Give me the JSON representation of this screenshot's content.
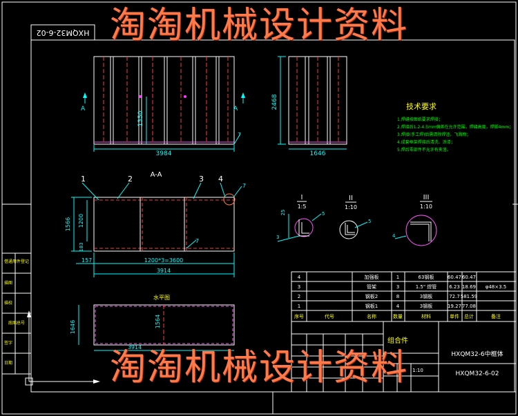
{
  "watermark": "淘淘机械设计资料",
  "drawing_number_rotated": "HXQM32-6-02",
  "views": {
    "front": {
      "width_dim": "3984",
      "height_dim": "1350",
      "section_mark": "A"
    },
    "side": {
      "height_dim": "2468",
      "width_dim": "1646"
    },
    "section": {
      "title": "A-A",
      "balloons": [
        "1",
        "2",
        "3",
        "4"
      ],
      "height_dim": "1566",
      "inner_height_dim": "1200",
      "bottom_offset_dim": "183",
      "left_offset_dim": "157",
      "pitch_dim": "1200*3=3600",
      "overall_dim": "3914",
      "weld_mark": "7"
    },
    "bottom": {
      "label": "水平图",
      "height_dim": "1646",
      "inner_dim": "1564",
      "width_dim": "3914"
    }
  },
  "details": [
    {
      "label": "I",
      "scale": "1:5",
      "weld": "5",
      "side": "25",
      "weld2": "3"
    },
    {
      "label": "II",
      "scale": "1:10",
      "weld": "5"
    },
    {
      "label": "III",
      "scale": "1:10",
      "weld": "4"
    }
  ],
  "tech": {
    "title": "技术要求",
    "items": [
      "1.焊缝按图纸要求焊接；",
      "2.焊接后1.2-4.5mm偏差在允许范围，焊缝高度，焊脚4mm；",
      "3.焊接(手工焊)后需清除焊渣、飞溅物；",
      "4.成套框架焊接后清洗、涂漆；",
      "5.焊后零部件不允许有夹渣。"
    ]
  },
  "bom": {
    "rows": [
      {
        "no": "4",
        "name": "加强板",
        "qty": "1",
        "material": "63钢板",
        "unit": "60.47",
        "total": "60.47",
        "note": ""
      },
      {
        "no": "3",
        "name": "管架",
        "qty": "3",
        "material": "1.5\" 焊管",
        "unit": "6.23",
        "total": "18.69",
        "note": "φ48×3.5"
      },
      {
        "no": "2",
        "name": "钢板2",
        "qty": "8",
        "material": "3钢板",
        "unit": "72.7",
        "total": "581.59",
        "note": ""
      },
      {
        "no": "1",
        "name": "钢板1",
        "qty": "4",
        "material": "3钢板",
        "unit": "19.27",
        "total": "77.08",
        "note": ""
      }
    ],
    "headers": [
      "序号",
      "代号",
      "名称",
      "数量",
      "材料",
      "单件",
      "总计",
      "备注"
    ]
  },
  "title_block": {
    "assembly": "组合件",
    "name": "HXQM32-6中框体",
    "number": "HXQM32-6-02",
    "scale": "1:10"
  },
  "side_table": [
    "借通用件登记",
    "描图",
    "描校",
    "底图总号",
    "签字",
    "日期"
  ]
}
